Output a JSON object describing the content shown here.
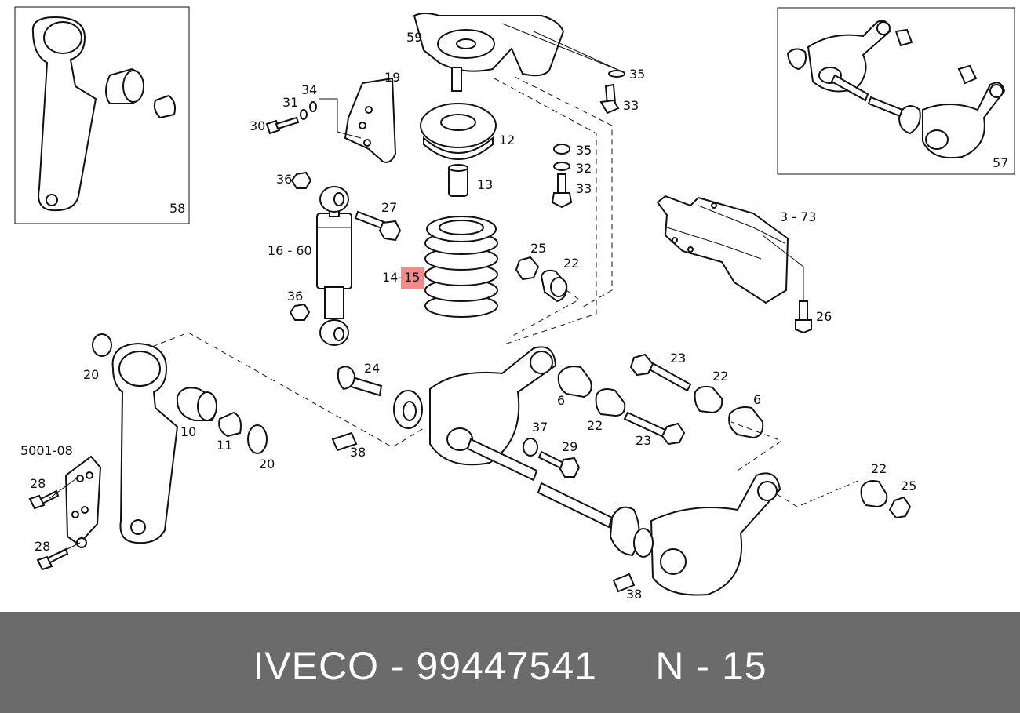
{
  "footer": {
    "brand": "IVECO",
    "separator": "-",
    "part_number": "99447541",
    "position_code": "N - 15"
  },
  "highlight_color": "#f08c8c",
  "callouts": {
    "c59": "59",
    "c35a": "35",
    "c33a": "33",
    "c19": "19",
    "c34": "34",
    "c31": "31",
    "c30": "30",
    "c12": "12",
    "c35b": "35",
    "c32": "32",
    "c33b": "33",
    "c13": "13",
    "c36a": "36",
    "c27": "27",
    "c1660": "16 - 60",
    "c14": "14",
    "c15": "15",
    "c25a": "25",
    "c22a": "22",
    "c36b": "36",
    "c373": "3 - 73",
    "c26": "26",
    "c20a": "20",
    "c24": "24",
    "c6a": "6",
    "c23a": "23",
    "c22b": "22",
    "c6b": "6",
    "c10": "10",
    "c11": "11",
    "c20b": "20",
    "c37": "37",
    "c29": "29",
    "c22c": "22",
    "c23b": "23",
    "c500108": "5001-08",
    "c38a": "38",
    "c28a": "28",
    "c28b": "28",
    "c22d": "22",
    "c25b": "25",
    "c38b": "38",
    "c58": "58",
    "c57": "57"
  }
}
